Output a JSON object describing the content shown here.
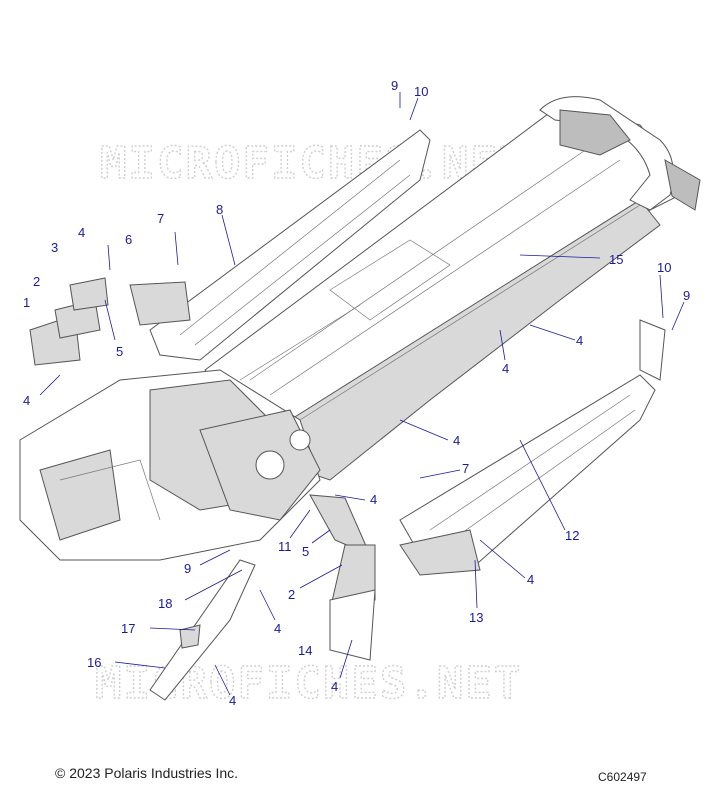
{
  "watermarks": [
    "MICROFICHES.NET",
    "MICROFICHES.NET"
  ],
  "callouts": [
    {
      "label": "1"
    },
    {
      "label": "2"
    },
    {
      "label": "3"
    },
    {
      "label": "4"
    },
    {
      "label": "5"
    },
    {
      "label": "6"
    },
    {
      "label": "7"
    },
    {
      "label": "8"
    },
    {
      "label": "9"
    },
    {
      "label": "10"
    },
    {
      "label": "15"
    },
    {
      "label": "10"
    },
    {
      "label": "9"
    },
    {
      "label": "4"
    },
    {
      "label": "4"
    },
    {
      "label": "4"
    },
    {
      "label": "4"
    },
    {
      "label": "7"
    },
    {
      "label": "12"
    },
    {
      "label": "11"
    },
    {
      "label": "5"
    },
    {
      "label": "4"
    },
    {
      "label": "9"
    },
    {
      "label": "18"
    },
    {
      "label": "2"
    },
    {
      "label": "4"
    },
    {
      "label": "17"
    },
    {
      "label": "14"
    },
    {
      "label": "16"
    },
    {
      "label": "13"
    },
    {
      "label": "4"
    },
    {
      "label": "4"
    }
  ],
  "footer": {
    "copyright": "© 2023 Polaris Industries Inc.",
    "diagram_code": "C602497"
  }
}
